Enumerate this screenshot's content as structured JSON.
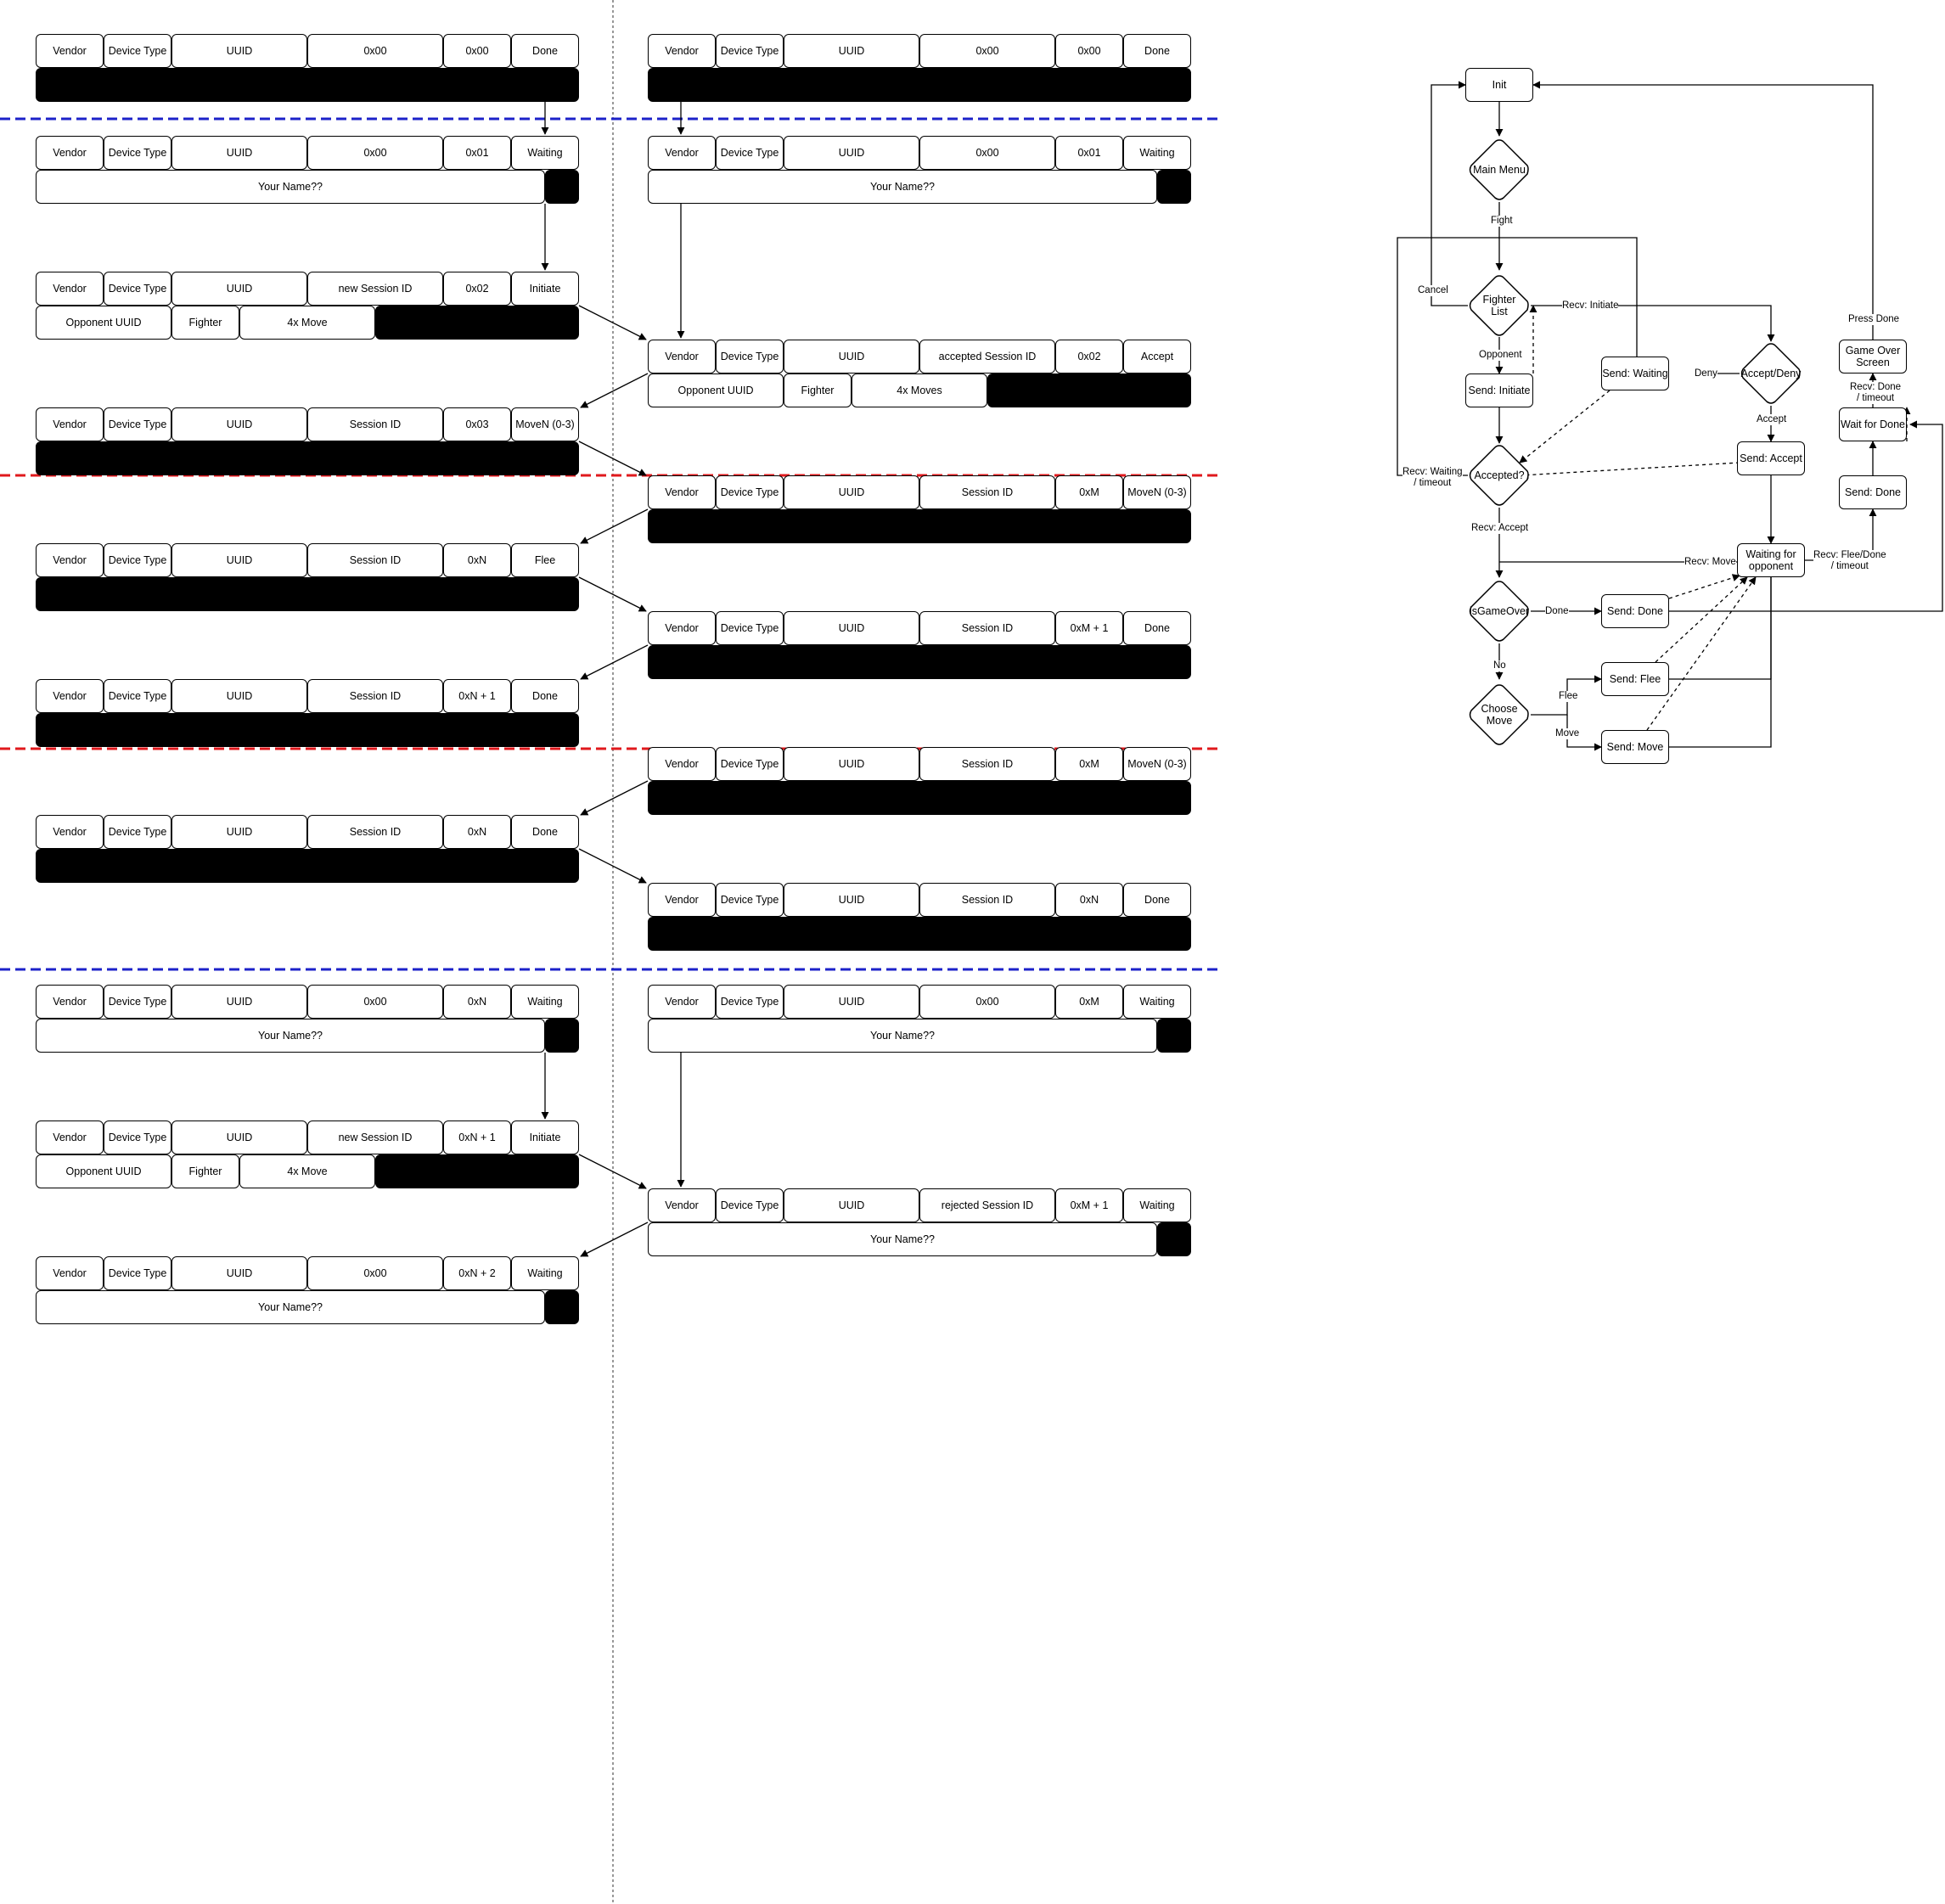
{
  "protocol": {
    "rows": [
      [
        "Vendor",
        "Device Type",
        "UUID",
        "0x00",
        "0x00",
        "Done"
      ],
      [
        "Vendor",
        "Device Type",
        "UUID",
        "0x00",
        "0x00",
        "Done"
      ],
      [
        "Vendor",
        "Device Type",
        "UUID",
        "0x00",
        "0x01",
        "Waiting"
      ],
      [
        "Your Name??"
      ],
      [
        "Vendor",
        "Device Type",
        "UUID",
        "0x00",
        "0x01",
        "Waiting"
      ],
      [
        "Your Name??"
      ],
      [
        "Vendor",
        "Device Type",
        "UUID",
        "new Session ID",
        "0x02",
        "Initiate"
      ],
      [
        "Opponent UUID",
        "Fighter",
        "4x Move"
      ],
      [
        "Vendor",
        "Device Type",
        "UUID",
        "accepted Session ID",
        "0x02",
        "Accept"
      ],
      [
        "Opponent UUID",
        "Fighter",
        "4x Moves"
      ],
      [
        "Vendor",
        "Device Type",
        "UUID",
        "Session ID",
        "0x03",
        "MoveN (0-3)"
      ],
      [
        "Vendor",
        "Device Type",
        "UUID",
        "Session ID",
        "0xM",
        "MoveN (0-3)"
      ],
      [
        "Vendor",
        "Device Type",
        "UUID",
        "Session ID",
        "0xN",
        "Flee"
      ],
      [
        "Vendor",
        "Device Type",
        "UUID",
        "Session ID",
        "0xM + 1",
        "Done"
      ],
      [
        "Vendor",
        "Device Type",
        "UUID",
        "Session ID",
        "0xN + 1",
        "Done"
      ],
      [
        "Vendor",
        "Device Type",
        "UUID",
        "Session ID",
        "0xM",
        "MoveN (0-3)"
      ],
      [
        "Vendor",
        "Device Type",
        "UUID",
        "Session ID",
        "0xN",
        "Done"
      ],
      [
        "Vendor",
        "Device Type",
        "UUID",
        "Session ID",
        "0xN",
        "Done"
      ],
      [
        "Vendor",
        "Device Type",
        "UUID",
        "0x00",
        "0xN",
        "Waiting"
      ],
      [
        "Your Name??"
      ],
      [
        "Vendor",
        "Device Type",
        "UUID",
        "0x00",
        "0xM",
        "Waiting"
      ],
      [
        "Your Name??"
      ],
      [
        "Vendor",
        "Device Type",
        "UUID",
        "new Session ID",
        "0xN + 1",
        "Initiate"
      ],
      [
        "Opponent UUID",
        "Fighter",
        "4x Move"
      ],
      [
        "Vendor",
        "Device Type",
        "UUID",
        "rejected Session ID",
        "0xM + 1",
        "Waiting"
      ],
      [
        "Your Name??"
      ],
      [
        "Vendor",
        "Device Type",
        "UUID",
        "0x00",
        "0xN + 2",
        "Waiting"
      ],
      [
        "Your Name??"
      ]
    ]
  },
  "flowchart": {
    "nodes": {
      "init": "Init",
      "main_menu": "Main Menu",
      "fighter_list": [
        "Fighter",
        "List"
      ],
      "send_initiate": "Send: Initiate",
      "accepted": "Accepted?",
      "is_game_over": "isGameOver",
      "choose_move": [
        "Choose",
        "Move"
      ],
      "send_done_1": "Send: Done",
      "send_flee": "Send: Flee",
      "send_move": "Send: Move",
      "send_waiting": "Send: Waiting",
      "accept_deny": "Accept/Deny",
      "send_accept": "Send: Accept",
      "waiting_opponent": [
        "Waiting for",
        "opponent"
      ],
      "send_done_2": "Send: Done",
      "wait_for_done": "Wait for Done",
      "game_over_screen": [
        "Game Over",
        "Screen"
      ]
    },
    "labels": {
      "fight": "Fight",
      "cancel": "Cancel",
      "recv_initiate": "Recv: Initiate",
      "opponent": "Opponent",
      "deny": "Deny",
      "accept": "Accept",
      "recv_waiting": [
        "Recv: Waiting",
        "/ timeout"
      ],
      "recv_accept": "Recv: Accept",
      "recv_move": "Recv: Move",
      "recv_flee_done": [
        "Recv: Flee/Done",
        "/ timeout"
      ],
      "done": "Done",
      "no": "No",
      "flee": "Flee",
      "move": "Move",
      "press_done": "Press Done",
      "recv_done": [
        "Recv: Done",
        "/ timeout"
      ]
    }
  }
}
